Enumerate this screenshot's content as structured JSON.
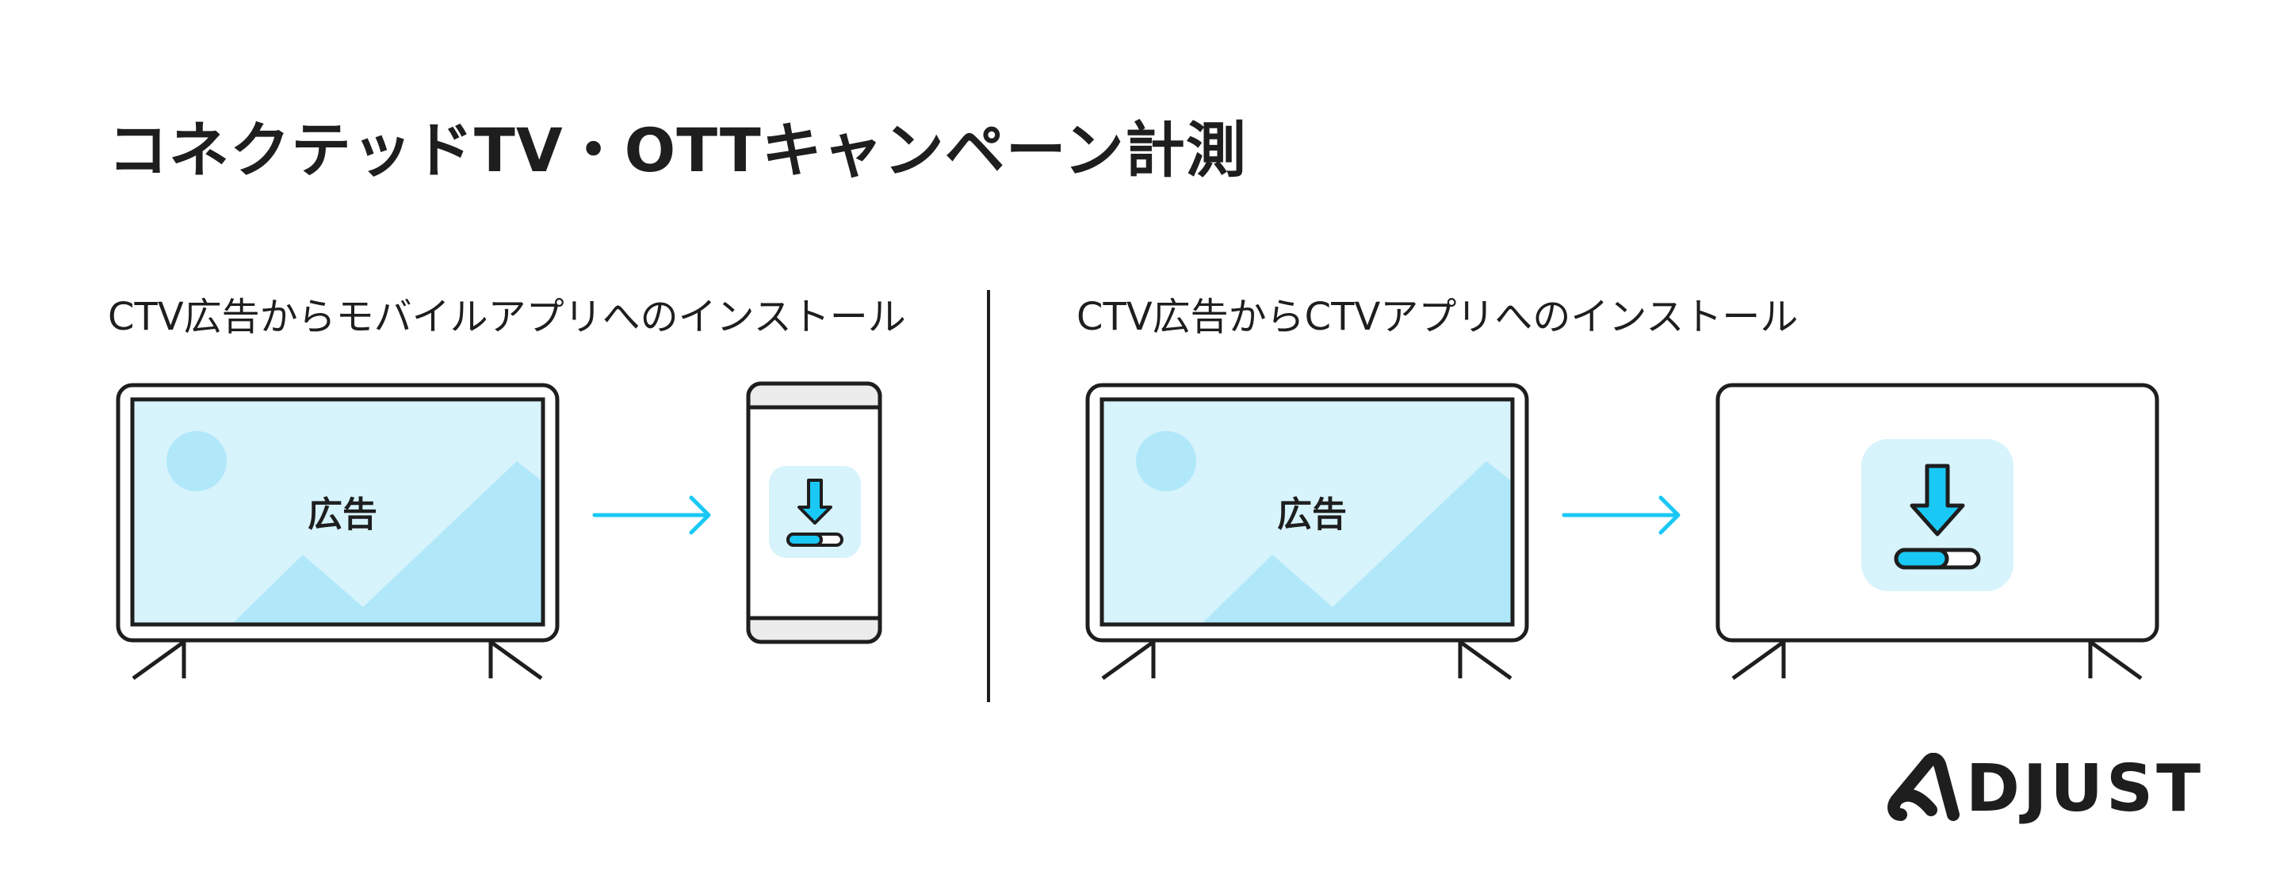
{
  "header": {
    "title": "コネクテッドTV・OTTキャンペーン計測"
  },
  "left_section": {
    "label": "CTV広告からモバイルアプリへのインストール",
    "tv_ad_label": "広告"
  },
  "right_section": {
    "label": "CTV広告からCTVアプリへのインストール",
    "tv_ad_label": "広告"
  },
  "brand": {
    "logo_text": "DJUST"
  },
  "colors": {
    "outline": "#1e1e1e",
    "screen_fill": "#d7f3fc",
    "mountain_fill": "#b0e8fa",
    "accent": "#1ac8f5",
    "phone_bar": "#ececec"
  },
  "icons": [
    "arrow-right-icon",
    "download-icon",
    "progress-bar-icon",
    "adjust-logo-icon"
  ]
}
